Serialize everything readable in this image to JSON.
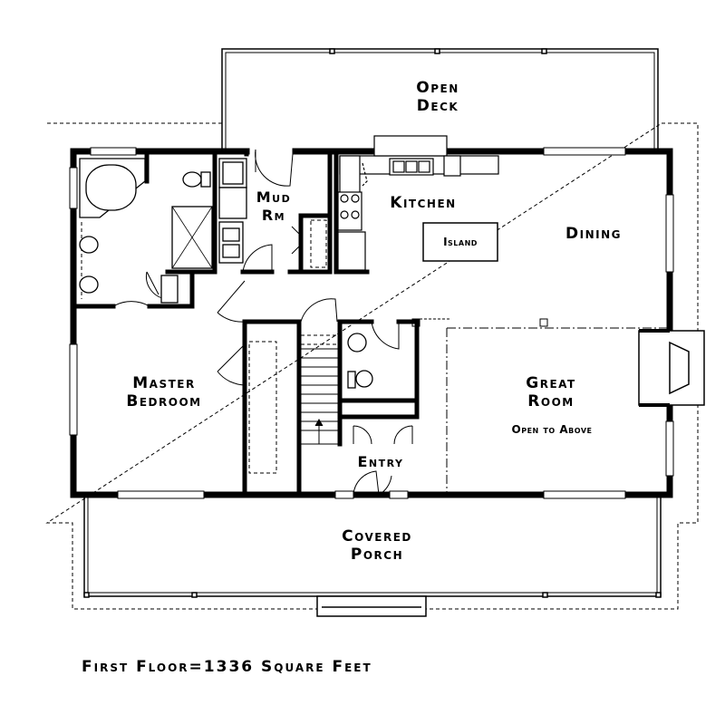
{
  "rooms": {
    "open_deck": [
      "Open",
      "Deck"
    ],
    "mud_room": [
      "Mud",
      "Rm"
    ],
    "kitchen": "Kitchen",
    "island": "Island",
    "dining": "Dining",
    "master_bedroom": [
      "Master",
      "Bedroom"
    ],
    "great_room": [
      "Great",
      "Room"
    ],
    "open_to_above": "Open to Above",
    "entry": "Entry",
    "covered_porch": [
      "Covered",
      "Porch"
    ]
  },
  "footer": {
    "caption": "First Floor=1336 Square Feet"
  }
}
